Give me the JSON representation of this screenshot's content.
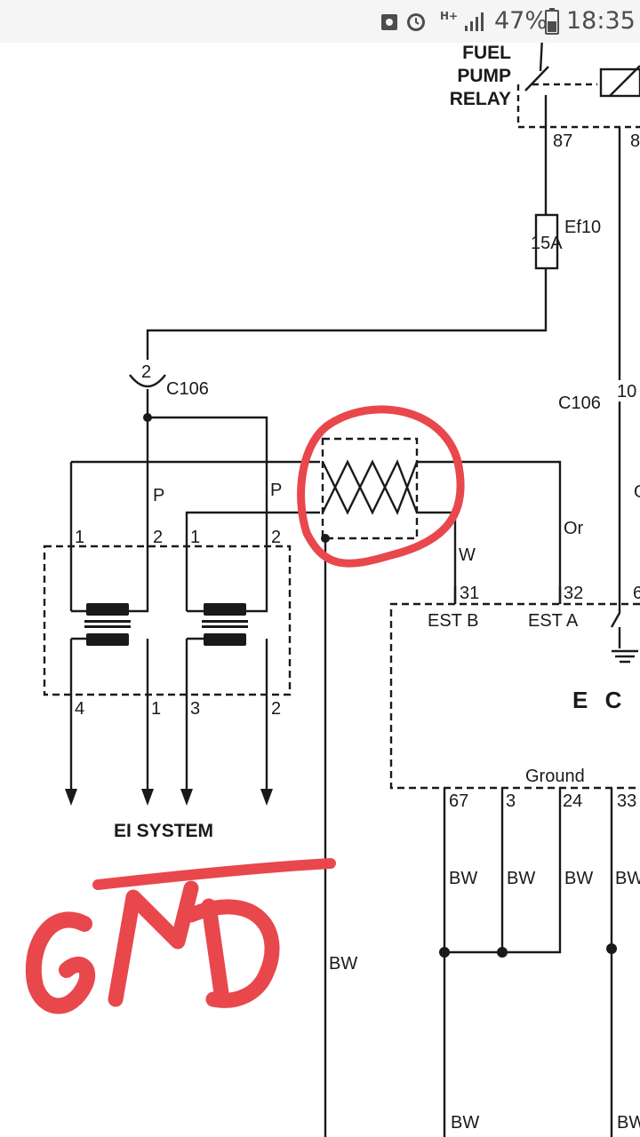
{
  "status_bar": {
    "network": "H+",
    "battery": "47%",
    "time": "18:35",
    "icons": [
      "photo-notification-icon",
      "alarm-icon",
      "network-type-icon",
      "signal-icon",
      "battery-icon"
    ]
  },
  "diagram": {
    "relay_label": [
      "FUEL",
      "PUMP",
      "RELAY"
    ],
    "relay_pin_87": "87",
    "relay_pin_8_partial": "8",
    "fuse_name": "Ef10",
    "fuse_rating": "15A",
    "connector_left_pin": "2",
    "connector_left_name": "C106",
    "connector_right_name": "C106",
    "connector_right_pin_partial": "10",
    "wire_p_left": "P",
    "wire_p_right": "P",
    "wire_or": "Or",
    "wire_w": "W",
    "wire_right_partial": "O",
    "coil_pins_top": [
      "1",
      "2",
      "1",
      "2"
    ],
    "coil_pins_bottom": [
      "4",
      "1",
      "3",
      "2"
    ],
    "ei_system": "EI SYSTEM",
    "ecm_pin_31": "31",
    "ecm_pin_32": "32",
    "ecm_pin_6_partial": "6",
    "est_b": "EST B",
    "est_a": "EST A",
    "ecm_label_partial": "E C",
    "ground_label": "Ground",
    "ground_pins": [
      "67",
      "3",
      "24",
      "33"
    ],
    "bw_labels": [
      "BW",
      "BW",
      "BW",
      "BW"
    ],
    "bw_main": "BW",
    "bw_bottom": [
      "BW",
      "BW"
    ]
  },
  "annotations": {
    "handwritten_text": "GND",
    "circle_color": "#e8474c",
    "ink_color": "#e8474c"
  }
}
